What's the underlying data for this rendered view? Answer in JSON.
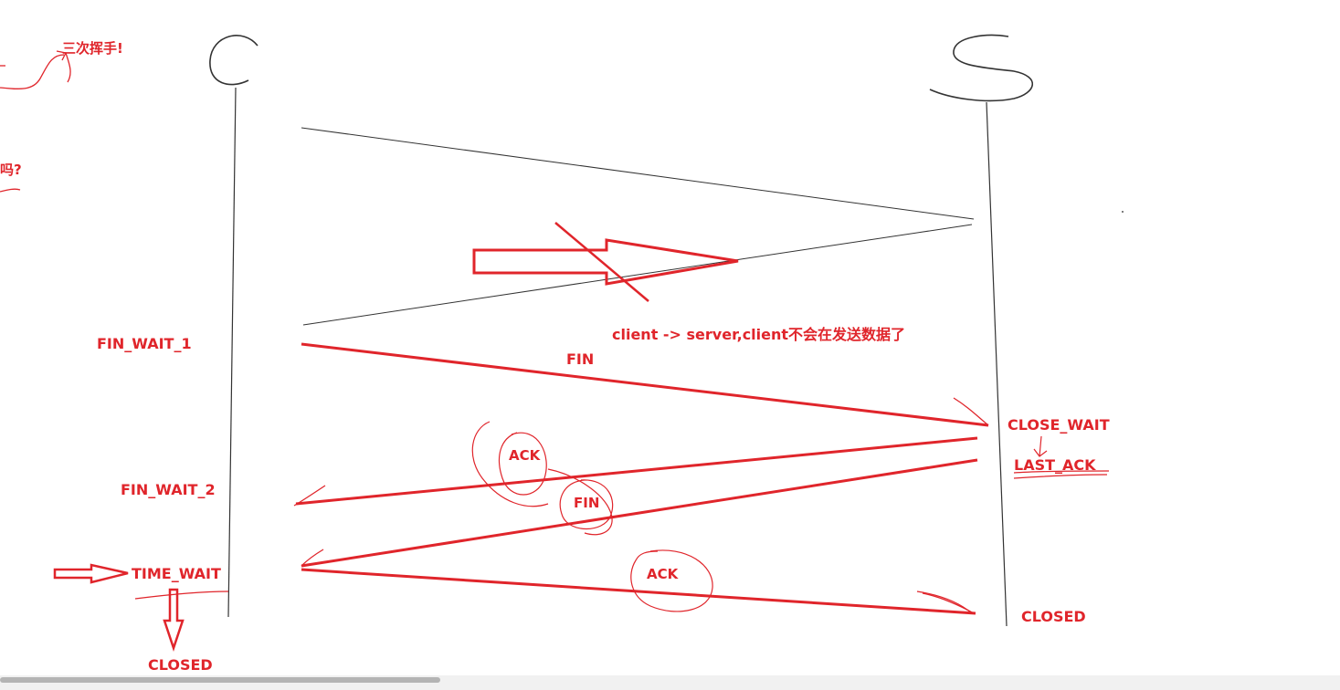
{
  "diagram": {
    "client_symbol": "C",
    "server_symbol": "S",
    "notes": {
      "three_handshake": "三次挥手!",
      "question_fragment": "吗?",
      "client_to_server_note": "client -> server,client不会在发送数据了"
    },
    "client_states": {
      "fin_wait_1": "FIN_WAIT_1",
      "fin_wait_2": "FIN_WAIT_2",
      "time_wait": "TIME_WAIT",
      "closed": "CLOSED"
    },
    "server_states": {
      "close_wait": "CLOSE_WAIT",
      "last_ack": "LAST_ACK",
      "closed": "CLOSED"
    },
    "messages": {
      "fin_1": "FIN",
      "ack_1": "ACK",
      "fin_2": "FIN",
      "ack_2": "ACK"
    },
    "colors": {
      "annotation": "#e0252b",
      "pen": "#333333"
    }
  }
}
